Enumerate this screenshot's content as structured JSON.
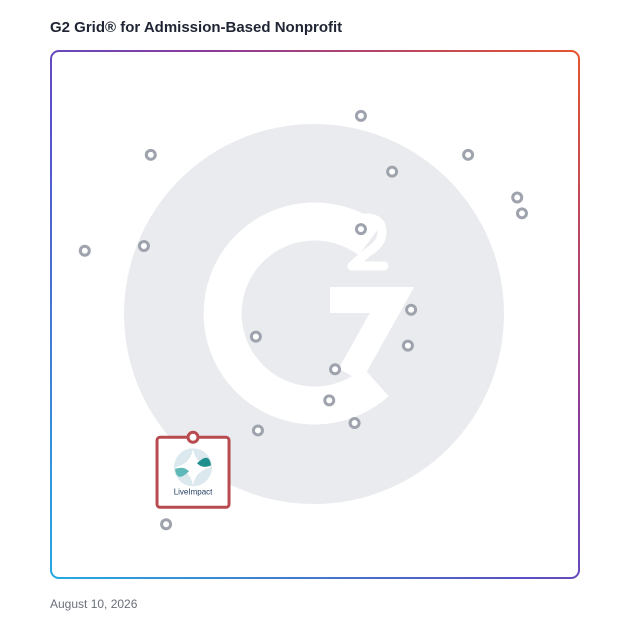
{
  "title": "G2 Grid® for Admission-Based Nonprofit",
  "date": "August 10, 2026",
  "chart_data": {
    "type": "scatter",
    "title": "G2 Grid® for Admission-Based Nonprofit",
    "xlim": [
      0,
      100
    ],
    "ylim": [
      0,
      100
    ],
    "quadrant_split": {
      "x": 50,
      "y": 50
    },
    "grid": true,
    "gradient_colors": [
      "#26a9e0",
      "#5a4fc7",
      "#8b3a9a",
      "#e6542c"
    ],
    "point_color": "#9ea3ad",
    "highlight_color": "#b84b4f",
    "points": [
      {
        "x": 18.9,
        "y": 80.3
      },
      {
        "x": 58.7,
        "y": 87.7
      },
      {
        "x": 64.6,
        "y": 77.1
      },
      {
        "x": 79.0,
        "y": 80.3
      },
      {
        "x": 88.3,
        "y": 72.2
      },
      {
        "x": 89.2,
        "y": 69.2
      },
      {
        "x": 58.7,
        "y": 66.2
      },
      {
        "x": 6.4,
        "y": 62.1
      },
      {
        "x": 17.6,
        "y": 63.0
      },
      {
        "x": 68.2,
        "y": 50.9
      },
      {
        "x": 38.8,
        "y": 45.8
      },
      {
        "x": 67.6,
        "y": 44.1
      },
      {
        "x": 53.8,
        "y": 39.6
      },
      {
        "x": 52.7,
        "y": 33.7
      },
      {
        "x": 57.5,
        "y": 29.4
      },
      {
        "x": 39.2,
        "y": 28.0
      },
      {
        "x": 21.8,
        "y": 10.2
      }
    ],
    "highlight": {
      "x": 26.9,
      "y": 26.7,
      "label": "LiveImpact"
    }
  }
}
